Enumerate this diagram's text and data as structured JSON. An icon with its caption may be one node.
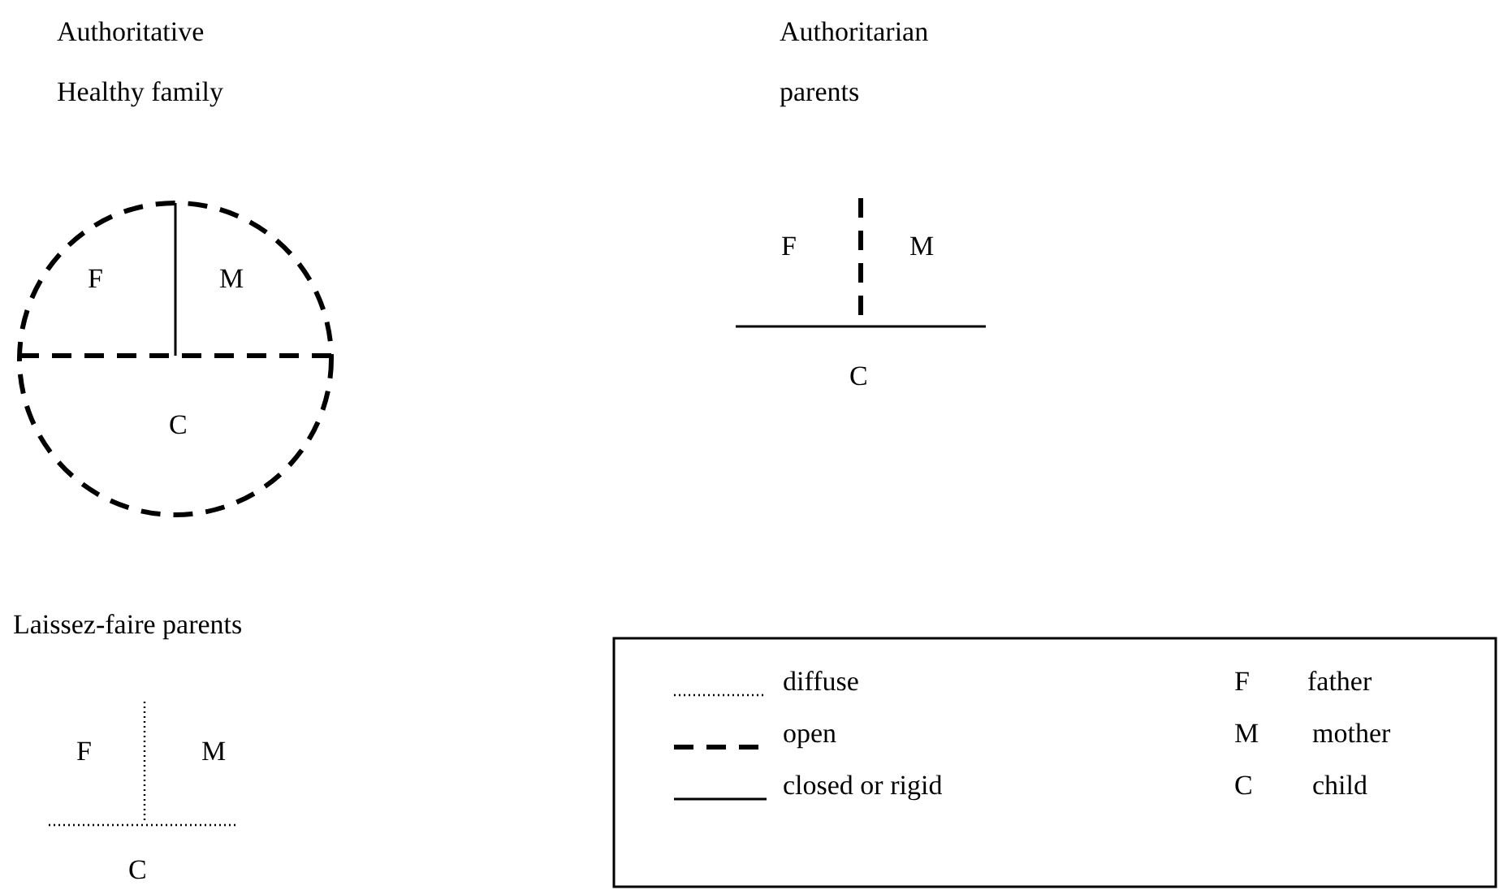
{
  "diagram": {
    "labels": [
      "Authoritative",
      "Authoritarian",
      "Healthy family",
      "parents",
      "F",
      "M",
      "C",
      "F",
      "M",
      "C",
      "Laissez-faire parents",
      "F",
      "M",
      "C",
      "F",
      "father",
      "M",
      "mother",
      "C",
      "child"
    ],
    "legend": [
      {
        "text": "diffuse"
      },
      {
        "text": "open"
      },
      {
        "text": "closed or rigid"
      }
    ]
  }
}
